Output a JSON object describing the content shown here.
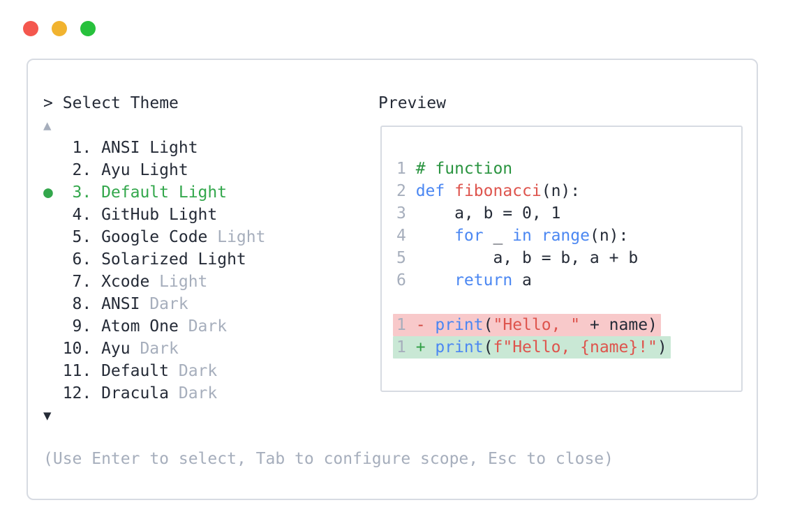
{
  "window": {
    "controls": [
      {
        "name": "close",
        "color": "#f4574e"
      },
      {
        "name": "minimize",
        "color": "#f1b32f"
      },
      {
        "name": "zoom",
        "color": "#27c13c"
      }
    ]
  },
  "selector": {
    "prompt_char": ">",
    "title": "Select Theme",
    "scroll_up_icon": "▲",
    "scroll_down_icon": "▼",
    "selected_dot_icon": "●",
    "themes": [
      {
        "number": "1.",
        "name": "ANSI Light",
        "muted": "",
        "selected": false
      },
      {
        "number": "2.",
        "name": "Ayu Light",
        "muted": "",
        "selected": false
      },
      {
        "number": "3.",
        "name": "Default Light",
        "muted": "",
        "selected": true
      },
      {
        "number": "4.",
        "name": "GitHub Light",
        "muted": "",
        "selected": false
      },
      {
        "number": "5.",
        "name": "Google Code",
        "muted": "Light",
        "selected": false
      },
      {
        "number": "6.",
        "name": "Solarized Light",
        "muted": "",
        "selected": false
      },
      {
        "number": "7.",
        "name": "Xcode",
        "muted": "Light",
        "selected": false
      },
      {
        "number": "8.",
        "name": "ANSI",
        "muted": "Dark",
        "selected": false
      },
      {
        "number": "9.",
        "name": "Atom One",
        "muted": "Dark",
        "selected": false
      },
      {
        "number": "10.",
        "name": "Ayu",
        "muted": "Dark",
        "selected": false
      },
      {
        "number": "11.",
        "name": "Default",
        "muted": "Dark",
        "selected": false
      },
      {
        "number": "12.",
        "name": "Dracula",
        "muted": "Dark",
        "selected": false
      }
    ],
    "hint": "(Use Enter to select, Tab to configure scope, Esc to close)"
  },
  "preview": {
    "label": "Preview",
    "code_lines": [
      {
        "num": "1",
        "diff": "",
        "tokens": [
          [
            "comment",
            "# function"
          ]
        ]
      },
      {
        "num": "2",
        "diff": "",
        "tokens": [
          [
            "kw",
            "def"
          ],
          [
            "plain",
            " "
          ],
          [
            "fn",
            "fibonacci"
          ],
          [
            "plain",
            "(n):"
          ]
        ]
      },
      {
        "num": "3",
        "diff": "",
        "tokens": [
          [
            "plain",
            "    a, b = 0, 1"
          ]
        ]
      },
      {
        "num": "4",
        "diff": "",
        "tokens": [
          [
            "plain",
            "    "
          ],
          [
            "kw",
            "for"
          ],
          [
            "plain",
            " _ "
          ],
          [
            "kw",
            "in"
          ],
          [
            "plain",
            " "
          ],
          [
            "kw",
            "range"
          ],
          [
            "plain",
            "(n):"
          ]
        ]
      },
      {
        "num": "5",
        "diff": "",
        "tokens": [
          [
            "plain",
            "        a, b = b, a + b"
          ]
        ]
      },
      {
        "num": "6",
        "diff": "",
        "tokens": [
          [
            "plain",
            "    "
          ],
          [
            "kw",
            "return"
          ],
          [
            "plain",
            " a"
          ]
        ]
      },
      {
        "num": "",
        "diff": "",
        "tokens": []
      },
      {
        "num": "1",
        "diff": "removed",
        "tokens": [
          [
            "del",
            "- "
          ],
          [
            "kw",
            "print"
          ],
          [
            "plain",
            "("
          ],
          [
            "str",
            "\"Hello, \""
          ],
          [
            "plain",
            " + name)"
          ]
        ]
      },
      {
        "num": "1",
        "diff": "added",
        "tokens": [
          [
            "ins",
            "+ "
          ],
          [
            "kw",
            "print"
          ],
          [
            "plain",
            "("
          ],
          [
            "str",
            "f\"Hello, {name}!\""
          ],
          [
            "plain",
            ")"
          ]
        ]
      }
    ]
  },
  "colors": {
    "text": "#252b37",
    "muted": "#a6aebc",
    "selected_green": "#33a74c",
    "comment_green": "#2a9440",
    "keyword_blue": "#4b87f2",
    "literal_red": "#de544d",
    "diff_del_marker": "#d14840",
    "diff_ins_marker": "#2f9e44",
    "diff_removed_bg": "#f8c9ca",
    "diff_added_bg": "#c9e8d5",
    "border": "#d7dbe2"
  }
}
